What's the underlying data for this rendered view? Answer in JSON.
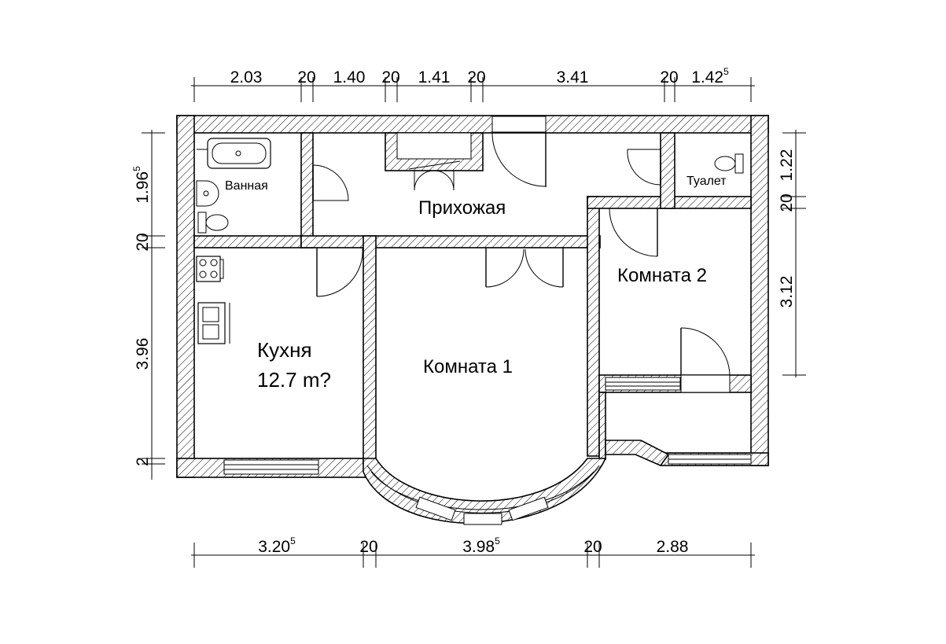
{
  "dimensions": {
    "top": [
      {
        "main": "2.03",
        "sup": ""
      },
      {
        "main": "20",
        "sup": ""
      },
      {
        "main": "1.40",
        "sup": ""
      },
      {
        "main": "20",
        "sup": ""
      },
      {
        "main": "1.41",
        "sup": ""
      },
      {
        "main": "20",
        "sup": ""
      },
      {
        "main": "3.41",
        "sup": ""
      },
      {
        "main": "20",
        "sup": ""
      },
      {
        "main": "1.42",
        "sup": "5"
      }
    ],
    "bottom": [
      {
        "main": "3.20",
        "sup": "5"
      },
      {
        "main": "20",
        "sup": ""
      },
      {
        "main": "3.98",
        "sup": "5"
      },
      {
        "main": "20",
        "sup": ""
      },
      {
        "main": "2.88",
        "sup": ""
      }
    ],
    "left": [
      {
        "main": "1.96",
        "sup": "5"
      },
      {
        "main": "20",
        "sup": ""
      },
      {
        "main": "3.96",
        "sup": ""
      },
      {
        "main": "2",
        "sup": ""
      }
    ],
    "right": [
      {
        "main": "1.22",
        "sup": ""
      },
      {
        "main": "20",
        "sup": ""
      },
      {
        "main": "3.12",
        "sup": ""
      }
    ]
  },
  "rooms": {
    "bathroom": "Ванная",
    "hallway": "Прихожая",
    "toilet": "Туалет",
    "kitchen": "Кухня",
    "kitchen_area": "12.7 m?",
    "room1": "Комната 1",
    "room2": "Комната 2"
  },
  "fixtures": [
    "bathtub-icon",
    "washbasin-icon",
    "toilet-icon",
    "stove-icon",
    "sink-icon"
  ]
}
